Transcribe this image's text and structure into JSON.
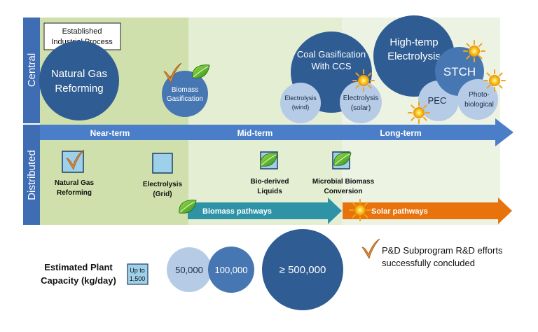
{
  "side_labels": {
    "central": "Central",
    "distributed": "Distributed"
  },
  "established_box": {
    "line1": "Established",
    "line2": "Industrial Process"
  },
  "timeline": {
    "near": "Near-term",
    "mid": "Mid-term",
    "long": "Long-term"
  },
  "central": {
    "ngr": {
      "line1": "Natural Gas",
      "line2": "Reforming"
    },
    "biomass": {
      "line1": "Biomass",
      "line2": "Gasification"
    },
    "coal": {
      "line1": "Coal Gasification",
      "line2": "With CCS"
    },
    "elec_wind": {
      "line1": "Electrolysis",
      "line2": "(wind)"
    },
    "elec_solar": {
      "line1": "Electrolysis",
      "line2": "(solar)"
    },
    "hte": {
      "line1": "High-temp",
      "line2": "Electrolysis"
    },
    "stch": "STCH",
    "pec": "PEC",
    "photo": {
      "line1": "Photo-",
      "line2": "biological"
    }
  },
  "distributed": {
    "ngr": {
      "line1": "Natural Gas",
      "line2": "Reforming"
    },
    "elec_grid": {
      "line1": "Electrolysis",
      "line2": "(Grid)"
    },
    "bio_liquids": {
      "line1": "Bio-derived",
      "line2": "Liquids"
    },
    "microbial": {
      "line1": "Microbial Biomass",
      "line2": "Conversion"
    }
  },
  "pathways": {
    "biomass": "Biomass pathways",
    "solar": "Solar pathways"
  },
  "capacity": {
    "title1": "Estimated Plant",
    "title2": "Capacity (kg/day)",
    "small1": "Up to",
    "small2": "1,500",
    "c1": "50,000",
    "c2": "100,000",
    "c3": "≥ 500,000"
  },
  "legend": {
    "line1": "P&D Subprogram R&D efforts",
    "line2": "successfully concluded"
  },
  "colors": {
    "dark_blue": "#2f5d93",
    "mid_blue": "#4777b3",
    "light_blue": "#b6cbe6",
    "sidebar": "#3e6db4",
    "arrow_blue": "#4a7ec8",
    "orange": "#e8730c",
    "teal": "#2e93a6",
    "near_bg": "#cfe0ad",
    "mid_bg": "#e4eed2",
    "long_bg": "#edf3e3"
  },
  "icons": [
    "checkmark-icon",
    "leaf-icon",
    "sun-icon"
  ]
}
